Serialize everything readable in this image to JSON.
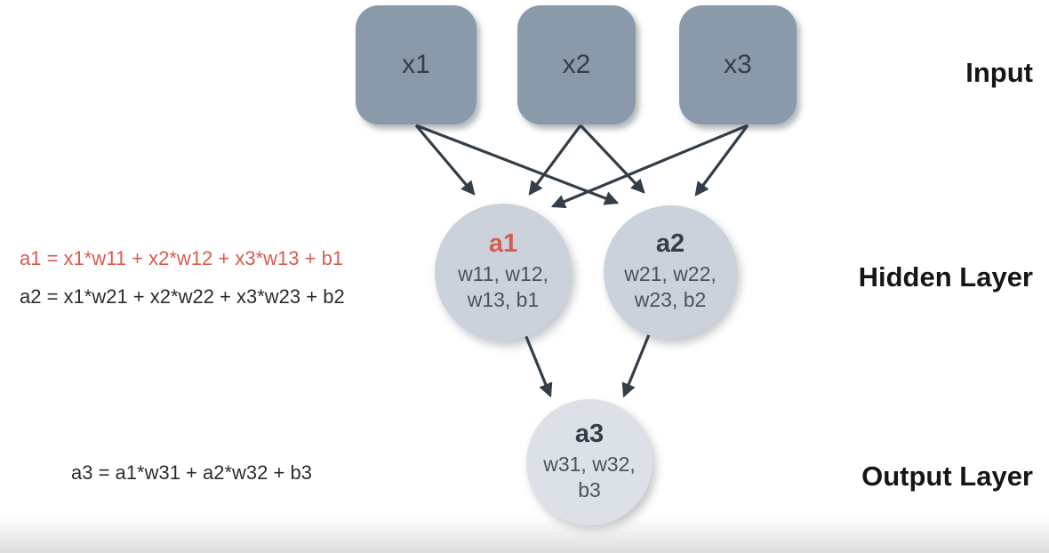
{
  "colors": {
    "input_fill": "#8a9aab",
    "hidden_fill": "#cbd2db",
    "output_fill": "#dce1e8",
    "arrow": "#333e49",
    "accent_red": "#d95b50",
    "node_text": "#333e49",
    "params_text": "#4a545f",
    "equation_text": "#2d2d2d",
    "label_text": "#141619"
  },
  "layers": {
    "input": {
      "label": "Input",
      "nodes": [
        {
          "label": "x1"
        },
        {
          "label": "x2"
        },
        {
          "label": "x3"
        }
      ]
    },
    "hidden": {
      "label": "Hidden Layer",
      "nodes": [
        {
          "label": "a1",
          "params_line1": "w11, w12,",
          "params_line2": "w13, b1",
          "highlighted": true
        },
        {
          "label": "a2",
          "params_line1": "w21, w22,",
          "params_line2": "w23, b2",
          "highlighted": false
        }
      ]
    },
    "output": {
      "label": "Output Layer",
      "nodes": [
        {
          "label": "a3",
          "params_line1": "w31, w32,",
          "params_line2": "b3"
        }
      ]
    }
  },
  "equations": {
    "a1": "a1 = x1*w11 + x2*w12 + x3*w13 + b1",
    "a2": "a2 = x1*w21 + x2*w22 + x3*w23 + b2",
    "a3": "a3 = a1*w31 + a2*w32 + b3"
  },
  "connections": [
    {
      "from": "x1",
      "to": "a1"
    },
    {
      "from": "x1",
      "to": "a2"
    },
    {
      "from": "x2",
      "to": "a1"
    },
    {
      "from": "x2",
      "to": "a2"
    },
    {
      "from": "x3",
      "to": "a1"
    },
    {
      "from": "x3",
      "to": "a2"
    },
    {
      "from": "a1",
      "to": "a3"
    },
    {
      "from": "a2",
      "to": "a3"
    }
  ]
}
